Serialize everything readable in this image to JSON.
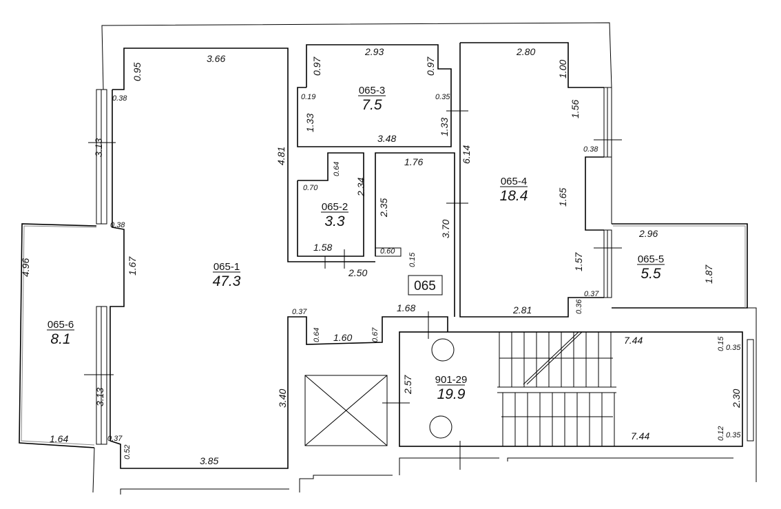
{
  "plan_tag": "065",
  "rooms": [
    {
      "id": "065-1",
      "area": "47.3"
    },
    {
      "id": "065-2",
      "area": "3.3"
    },
    {
      "id": "065-3",
      "area": "7.5"
    },
    {
      "id": "065-4",
      "area": "18.4"
    },
    {
      "id": "065-5",
      "area": "5.5"
    },
    {
      "id": "065-6",
      "area": "8.1"
    },
    {
      "id": "901-29",
      "area": "19.9"
    }
  ],
  "dimensions": {
    "r1": [
      "3.66",
      "0.95",
      "0.38",
      "3.13",
      "4.81",
      "0.38",
      "1.67",
      "3.13",
      "3.40",
      "0.37",
      "0.52",
      "3.85"
    ],
    "r6": [
      "4.96",
      "1.64"
    ],
    "r3": [
      "2.93",
      "0.97",
      "0.97",
      "0.19",
      "0.35",
      "1.33",
      "1.33",
      "3.48"
    ],
    "r2": [
      "0.64",
      "0.70",
      "2.34",
      "1.58",
      "2.50"
    ],
    "corridor": [
      "1.76",
      "2.35",
      "3.70",
      "0.60",
      "0.15",
      "0.37",
      "0.64",
      "1.60",
      "0.67",
      "1.68"
    ],
    "r4": [
      "2.80",
      "1.00",
      "1.56",
      "0.38",
      "6.14",
      "1.65",
      "1.57",
      "0.37",
      "0.36",
      "2.81"
    ],
    "r5": [
      "2.96",
      "1.87"
    ],
    "stair": [
      "2.57",
      "7.44",
      "7.44",
      "0.15",
      "0.35",
      "2.30",
      "0.12",
      "0.35"
    ]
  }
}
